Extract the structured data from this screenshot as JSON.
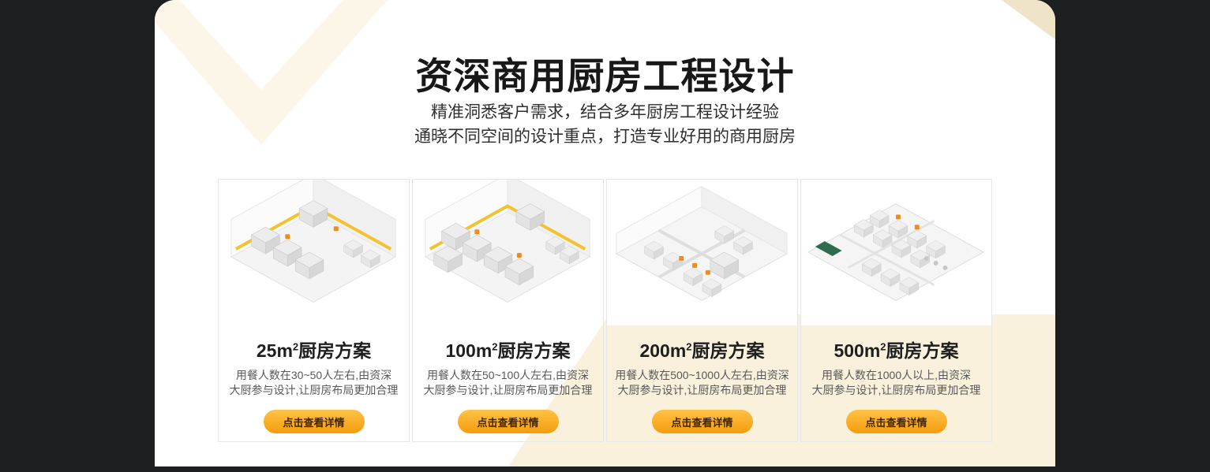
{
  "header": {
    "title": "资深商用厨房工程设计",
    "subtitle_line1": "精准洞悉客户需求，结合多年厨房工程设计经验",
    "subtitle_line2": "通晓不同空间的设计重点，打造专业好用的商用厨房"
  },
  "cards": [
    {
      "area": "25m",
      "sup": "2",
      "title_suffix": "厨房方案",
      "desc_line1": "用餐人数在30~50人左右,由资深",
      "desc_line2": "大厨参与设计,让厨房布局更加合理",
      "button_label": "点击查看详情"
    },
    {
      "area": "100m",
      "sup": "2",
      "title_suffix": "厨房方案",
      "desc_line1": "用餐人数在50~100人左右,由资深",
      "desc_line2": "大厨参与设计,让厨房布局更加合理",
      "button_label": "点击查看详情"
    },
    {
      "area": "200m",
      "sup": "2",
      "title_suffix": "厨房方案",
      "desc_line1": "用餐人数在500~1000人左右,由资深",
      "desc_line2": "大厨参与设计,让厨房布局更加合理",
      "button_label": "点击查看详情"
    },
    {
      "area": "500m",
      "sup": "2",
      "title_suffix": "厨房方案",
      "desc_line1": "用餐人数在1000人以上,由资深",
      "desc_line2": "大厨参与设计,让厨房布局更加合理",
      "button_label": "点击查看详情"
    }
  ],
  "colors": {
    "background_dark": "#1D1E1F",
    "panel_white": "#FFFFFF",
    "cream_decoration": "#FAF1DD",
    "button_gradient_top": "#FFC247",
    "button_gradient_bottom": "#F59C0C",
    "banner_yellow": "#F3C22F",
    "render_accent_orange": "#F08C1B"
  }
}
